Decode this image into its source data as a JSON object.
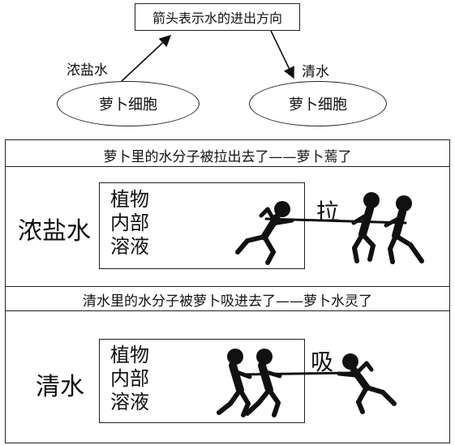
{
  "legend": {
    "text": "箭头表示水的进出方向"
  },
  "top_diagram": {
    "left_label": "浓盐水",
    "left_cell": "萝卜细胞",
    "right_label": "清水",
    "right_cell": "萝卜细胞"
  },
  "panel_1": {
    "caption": "萝卜里的水分子被拉出去了——萝卜蔫了",
    "outside": "浓盐水",
    "inside_lines": [
      "植物",
      "内部",
      "溶液"
    ],
    "verb": "拉"
  },
  "panel_2": {
    "caption": "清水里的水分子被萝卜吸进去了——萝卜水灵了",
    "outside": "清水",
    "inside_lines": [
      "植物",
      "内部",
      "溶液"
    ],
    "verb": "吸"
  }
}
